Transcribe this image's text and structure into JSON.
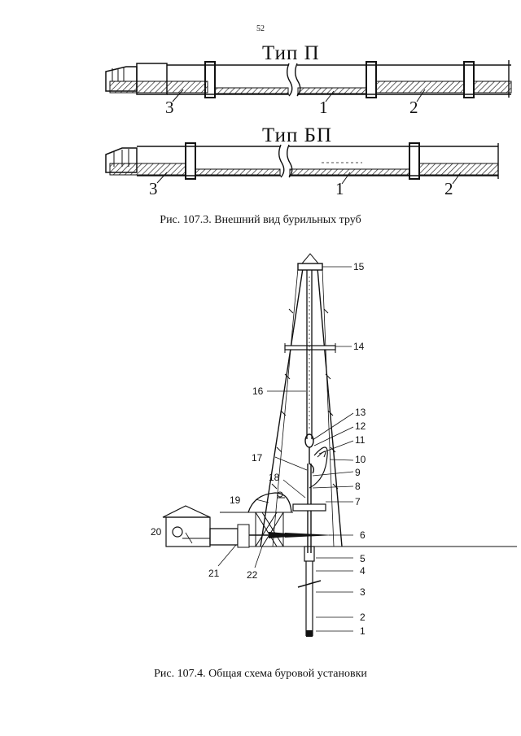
{
  "page": {
    "number": "52"
  },
  "pipes": [
    {
      "type_label": "Тип П",
      "parts": [
        "3",
        "1",
        "2"
      ]
    },
    {
      "type_label": "Тип БП",
      "parts": [
        "3",
        "1",
        "2"
      ]
    }
  ],
  "captions": {
    "fig1": "Рис. 107.3. Внешний вид бурильных труб",
    "fig2": "Рис. 107.4. Общая схема буровой установки"
  },
  "rig_numbers": [
    "15",
    "14",
    "16",
    "13",
    "12",
    "11",
    "17",
    "10",
    "9",
    "18",
    "8",
    "19",
    "7",
    "20",
    "6",
    "5",
    "21",
    "22",
    "4",
    "3",
    "2",
    "1"
  ]
}
